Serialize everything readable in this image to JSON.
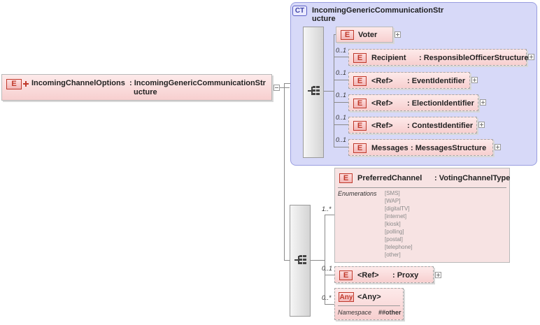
{
  "root": {
    "badge": "E",
    "name": "IncomingChannelOptions",
    "type_line1": ": IncomingGenericCommunicationStr",
    "type_line2": "ucture"
  },
  "complex_type": {
    "badge": "CT",
    "title_line1": "IncomingGenericCommunicationStr",
    "title_line2": "ucture",
    "elements": [
      {
        "badge": "E",
        "name": "Voter",
        "cardinality": "",
        "type": ""
      },
      {
        "badge": "E",
        "name": "Recipient",
        "cardinality": "0..1",
        "type": ": ResponsibleOfficerStructure"
      },
      {
        "badge": "E",
        "name": "<Ref>",
        "cardinality": "0..1",
        "type": ": EventIdentifier"
      },
      {
        "badge": "E",
        "name": "<Ref>",
        "cardinality": "0..1",
        "type": ": ElectionIdentifier"
      },
      {
        "badge": "E",
        "name": "<Ref>",
        "cardinality": "0..1",
        "type": ": ContestIdentifier"
      },
      {
        "badge": "E",
        "name": "Messages",
        "cardinality": "0..1",
        "type": ": MessagesStructure"
      }
    ]
  },
  "preferred_channel": {
    "badge": "E",
    "name": "PreferredChannel",
    "type": ": VotingChannelType",
    "cardinality": "1..*",
    "enum_label": "Enumerations",
    "enumerations": [
      "[SMS]",
      "[WAP]",
      "[digitalTV]",
      "[internet]",
      "[kiosk]",
      "[polling]",
      "[postal]",
      "[telephone]",
      "[other]"
    ]
  },
  "proxy": {
    "badge": "E",
    "name": "<Ref>",
    "type": ": Proxy",
    "cardinality": "0..1"
  },
  "any": {
    "badge": "Any",
    "name": "<Any>",
    "cardinality": "0..*",
    "ns_label": "Namespace",
    "ns_value": "##other"
  }
}
